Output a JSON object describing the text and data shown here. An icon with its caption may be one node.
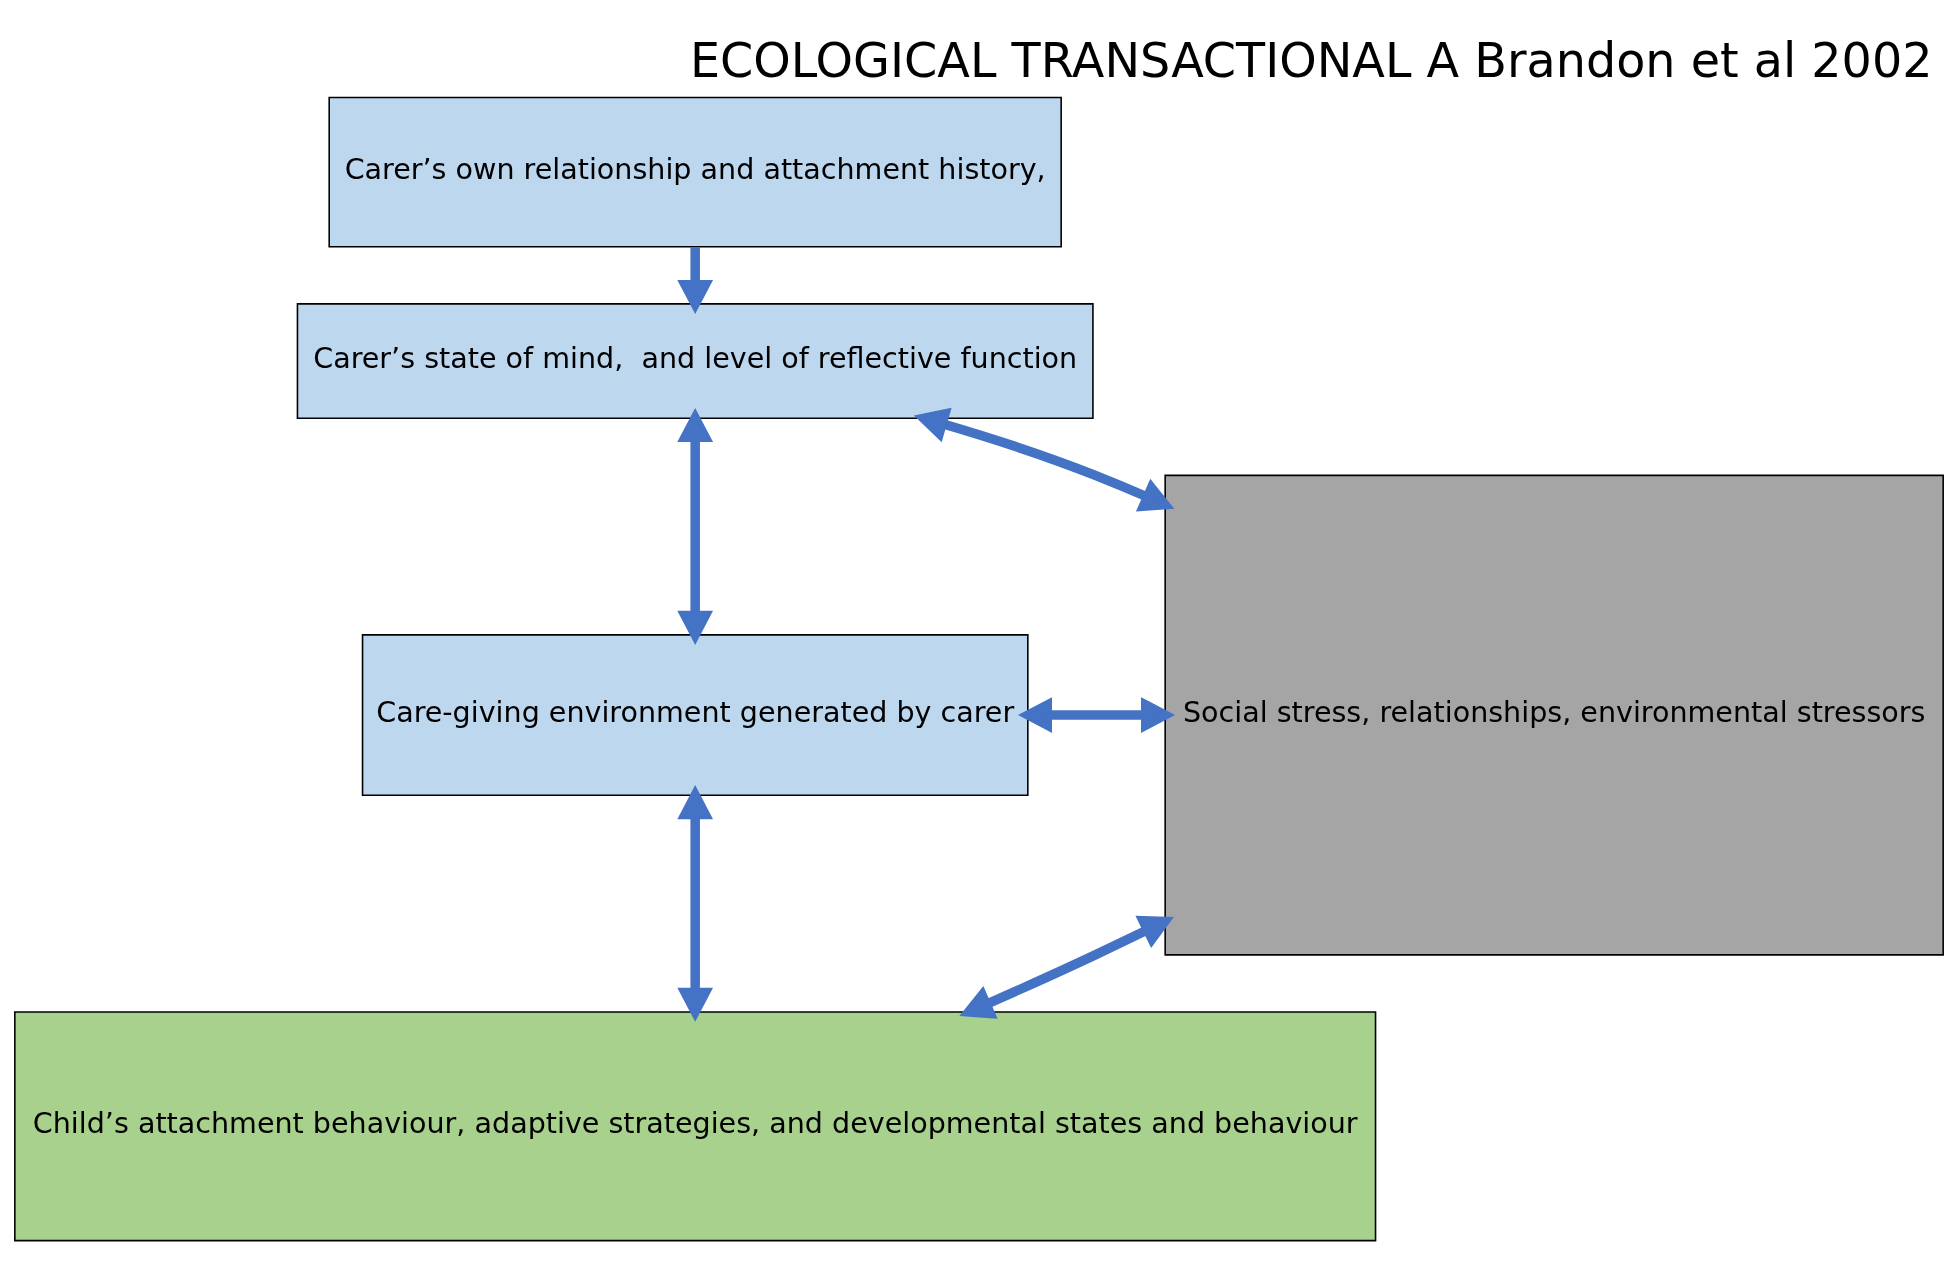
{
  "diagram": {
    "title": "ECOLOGICAL TRANSACTIONAL A Brandon et al 2002",
    "nodes": [
      {
        "text": [
          "Carer’s own relationship and attachment history,"
        ]
      },
      {
        "text": [
          "Carer’s state of mind,  and level of reflective function"
        ]
      },
      {
        "text": [
          "Care-giving environment generated by carer"
        ]
      },
      {
        "text": [
          "Child’s attachment behaviour, adaptive strategies, and developmental states and behaviour"
        ]
      },
      {
        "text": [
          "Social stress, relationships, environmental stressors"
        ]
      }
    ],
    "edges": [
      {
        "from": 0,
        "to": 1,
        "arrow": "to"
      },
      {
        "from": 1,
        "to": 2,
        "arrow": "both"
      },
      {
        "from": 2,
        "to": 3,
        "arrow": "both"
      },
      {
        "from": 1,
        "to": 4,
        "arrow": "both"
      },
      {
        "from": 2,
        "to": 4,
        "arrow": "both"
      },
      {
        "from": 3,
        "to": 4,
        "arrow": "both"
      }
    ]
  }
}
